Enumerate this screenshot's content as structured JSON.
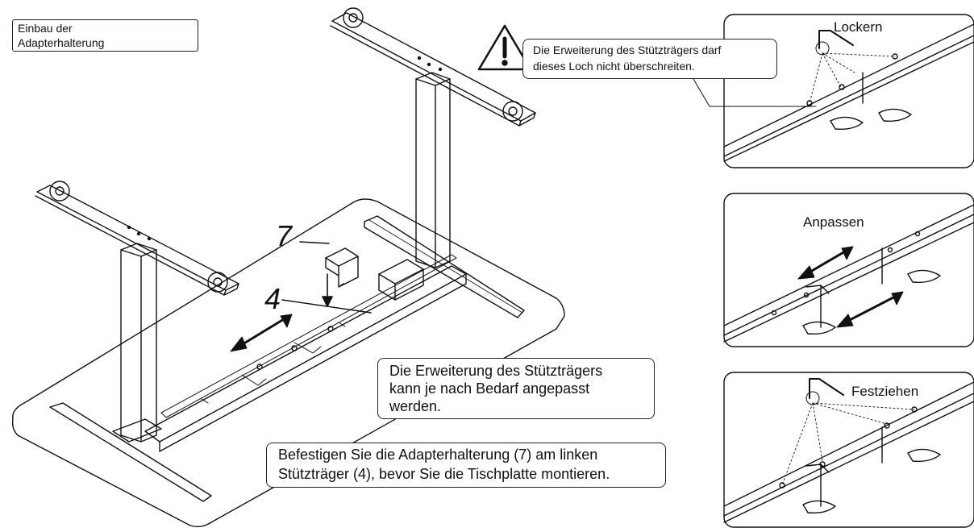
{
  "title": {
    "line1": "Einbau der",
    "line2": "Adapterhalterung"
  },
  "warning": {
    "icon": "warning-triangle-icon",
    "line1": "Die Erweiterung des Stützträgers darf",
    "line2": "dieses Loch nicht überschreiten."
  },
  "adjust_note": {
    "line1": "Die Erweiterung des Stützträgers",
    "line2": "kann je nach Bedarf angepasst",
    "line3": "werden."
  },
  "mount_note": {
    "line1": "Befestigen Sie die Adapterhalterung (7) am linken",
    "line2": "Stützträger (4), bevor Sie die Tischplatte montieren."
  },
  "part_numbers": {
    "bracket": "7",
    "beam": "4"
  },
  "detail_panels": {
    "loosen": "Lockern",
    "adjust": "Anpassen",
    "tighten": "Festziehen"
  }
}
